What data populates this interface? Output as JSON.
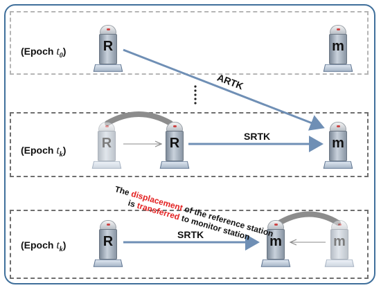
{
  "epochs": [
    {
      "prefix": "(Epoch ",
      "symbol": "t",
      "subscript": "0",
      "suffix": ")"
    },
    {
      "prefix": "(Epoch ",
      "symbol": "t",
      "subscript": "k",
      "suffix": ")"
    },
    {
      "prefix": "(Epoch ",
      "symbol": "t",
      "subscript": "k",
      "suffix": ")"
    }
  ],
  "stations": {
    "reference_letter": "R",
    "monitor_letter": "m"
  },
  "arrows": {
    "artk_label": "ARTK",
    "srtk_label_1": "SRTK",
    "srtk_label_2": "SRTK"
  },
  "ellipsis": "⋮",
  "note": {
    "part1": "The ",
    "part2_red": "displacement",
    "part3": " of the reference station",
    "part4": "is ",
    "part5_red": "transferred",
    "part6": " to monitor station"
  },
  "colors": {
    "arrow": "#6f8fb5",
    "frame": "#3f6f9b",
    "highlight": "#e32222",
    "link_arc": "#8c8c8c"
  }
}
